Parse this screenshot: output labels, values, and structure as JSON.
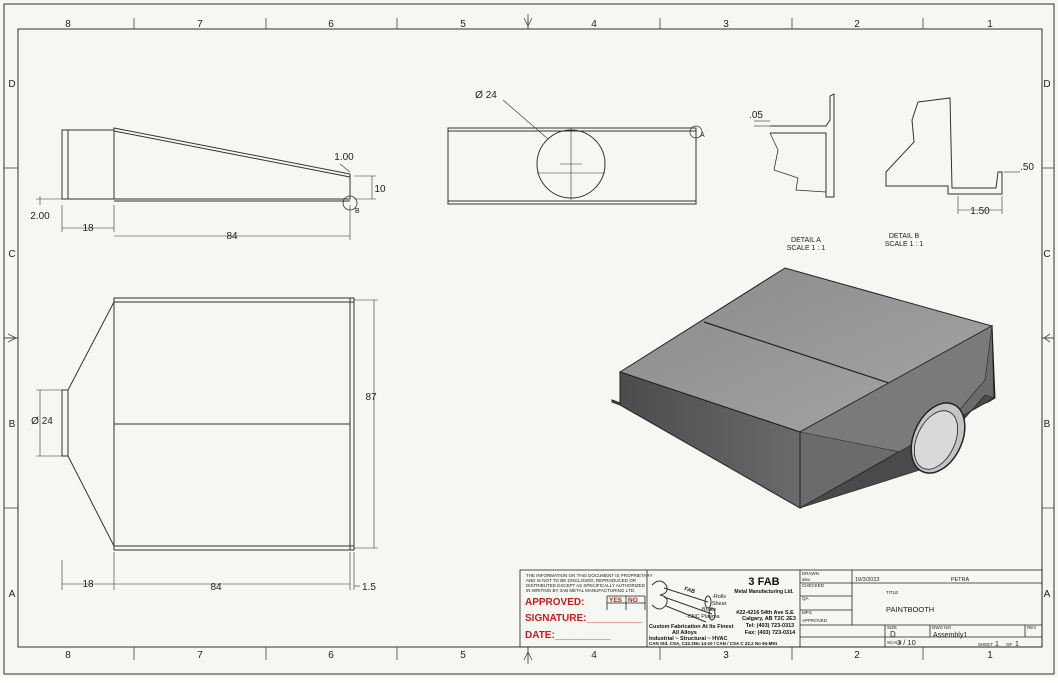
{
  "border": {
    "columns": [
      "8",
      "7",
      "6",
      "5",
      "4",
      "3",
      "2",
      "1"
    ],
    "rows": [
      "D",
      "C",
      "B",
      "A"
    ]
  },
  "side_view": {
    "dim_1_00": "1.00",
    "dim_10": "10",
    "dim_2_00": "2.00",
    "dim_18": "18",
    "dim_84": "84",
    "detail_label": "B"
  },
  "front_view": {
    "dia": "Ø 24",
    "detail_label": "A"
  },
  "detail_a": {
    "dim": ".05",
    "title": "DETAIL  A",
    "scale": "SCALE 1 : 1"
  },
  "detail_b": {
    "dim_50": ".50",
    "dim_150": "1.50",
    "title": "DETAIL  B",
    "scale": "SCALE 1 : 1"
  },
  "top_view": {
    "dia": "Ø 24",
    "dim_87": "87",
    "dim_18": "18",
    "dim_84": "84",
    "dim_15": "1.5"
  },
  "title_block": {
    "notice": [
      "THE INFORMATION ON THIS DOCUMENT IS PROPRIETARY",
      "AND IS NOT TO BE DISCLOSED, REPRODUCED OR",
      "DISTRIBUTED EXCEPT AS SPECIFICALLY AUTHORIZED",
      "IN WRITING BY 3AB METAL MANUFACTURING LTD."
    ],
    "approved": "APPROVED:",
    "yes": "YES",
    "no": "NO",
    "signature": "SIGNATURE:__________",
    "date": "DATE:__________",
    "logo_fab": "FAB",
    "services": [
      "-Rolls",
      "-Shear",
      "-Brake",
      "-CNC Plasma"
    ],
    "company": "3 FAB",
    "company_sub": "Metal Manufacturing Ltd.",
    "address1": "#22-4216 54th Ave S.E",
    "address2": "Calgary, AB T2C 2E3",
    "tel": "Tel: (403) 723-0313",
    "fax": "Fax: (403) 723-0314",
    "tagline": "Custom Fabrication At Its Finest",
    "alloys": "All Alloys",
    "industries": "Industrial ~ Structural ~ HVAC",
    "cert": "CAN Std. CSA, C22.2No 14-10 / CAN / CSA  C 22.2 No 94-M91",
    "labels": {
      "drawn": "DRAWN",
      "checked": "CHECKED",
      "qa": "QA",
      "mfg": "MFG",
      "approved": "APPROVED",
      "title": "TITLE",
      "size": "SIZE",
      "scale": "SCALE",
      "dwg_no": "DWG NO",
      "rev": "REV",
      "sheet": "SHEET",
      "of": "OF"
    },
    "drawn_by": "alex",
    "drawn_date": "10/3/2023",
    "company_name": "PETRA",
    "drawing_title": "PAINTBOOTH",
    "size": "D",
    "scale": "3 / 10",
    "dwg_no": "Assembly1",
    "sheet": "1",
    "sheet_of": "1"
  }
}
